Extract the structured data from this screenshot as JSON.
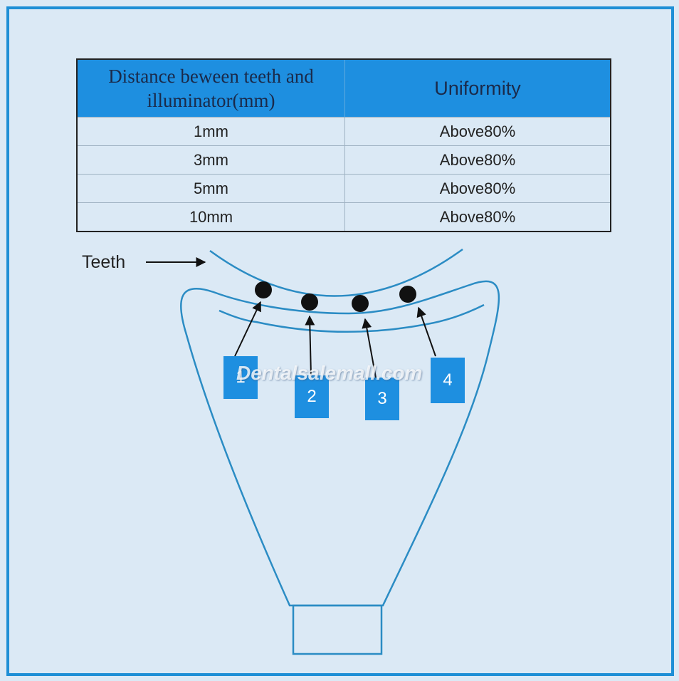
{
  "table": {
    "header_distance": "Distance beween teeth and illuminator(mm)",
    "header_uniformity": "Uniformity",
    "rows": [
      {
        "distance": "1mm",
        "uniformity": "Above80%"
      },
      {
        "distance": "3mm",
        "uniformity": "Above80%"
      },
      {
        "distance": "5mm",
        "uniformity": "Above80%"
      },
      {
        "distance": "10mm",
        "uniformity": "Above80%"
      }
    ]
  },
  "diagram": {
    "teeth_label": "Teeth",
    "points": [
      "1",
      "2",
      "3",
      "4"
    ]
  },
  "watermark": "Dentalsalemall.com",
  "colors": {
    "accent": "#1e8fe0",
    "background": "#dbe9f5",
    "outline": "#2b8cc4"
  }
}
